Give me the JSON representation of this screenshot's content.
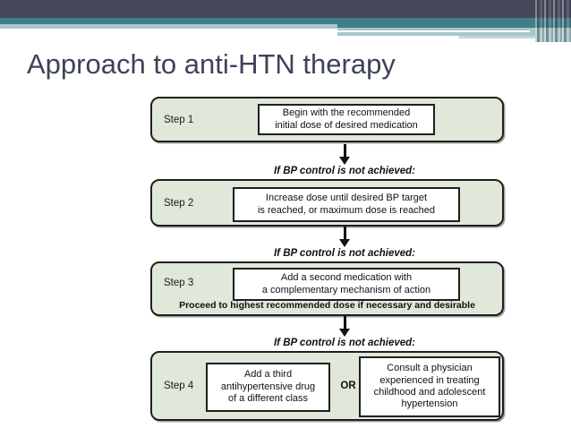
{
  "slide": {
    "title": "Approach to anti-HTN therapy"
  },
  "flowchart": {
    "connector_label": "If BP control is not achieved:",
    "steps": [
      {
        "label": "Step 1",
        "text": "Begin with the recommended\ninitial dose of desired medication"
      },
      {
        "label": "Step 2",
        "text": "Increase dose until desired BP target\nis reached, or maximum dose is reached"
      },
      {
        "label": "Step 3",
        "text": "Add a second medication with\na complementary mechanism of action",
        "note": "Proceed to highest recommended dose if necessary and desirable"
      },
      {
        "label": "Step 4",
        "option_a": "Add a third\nantihypertensive drug\nof a different class",
        "or_label": "OR",
        "option_b": "Consult a physician\nexperienced in treating\nchildhood and adolescent\nhypertension"
      }
    ]
  },
  "colors": {
    "header_navy": "#444859",
    "header_teal": "#3f7f88",
    "header_light_teal": "#a9c7ca",
    "title_text": "#3d4357",
    "step_box_fill": "#dfe8d9",
    "box_border": "#1f1f1f"
  }
}
